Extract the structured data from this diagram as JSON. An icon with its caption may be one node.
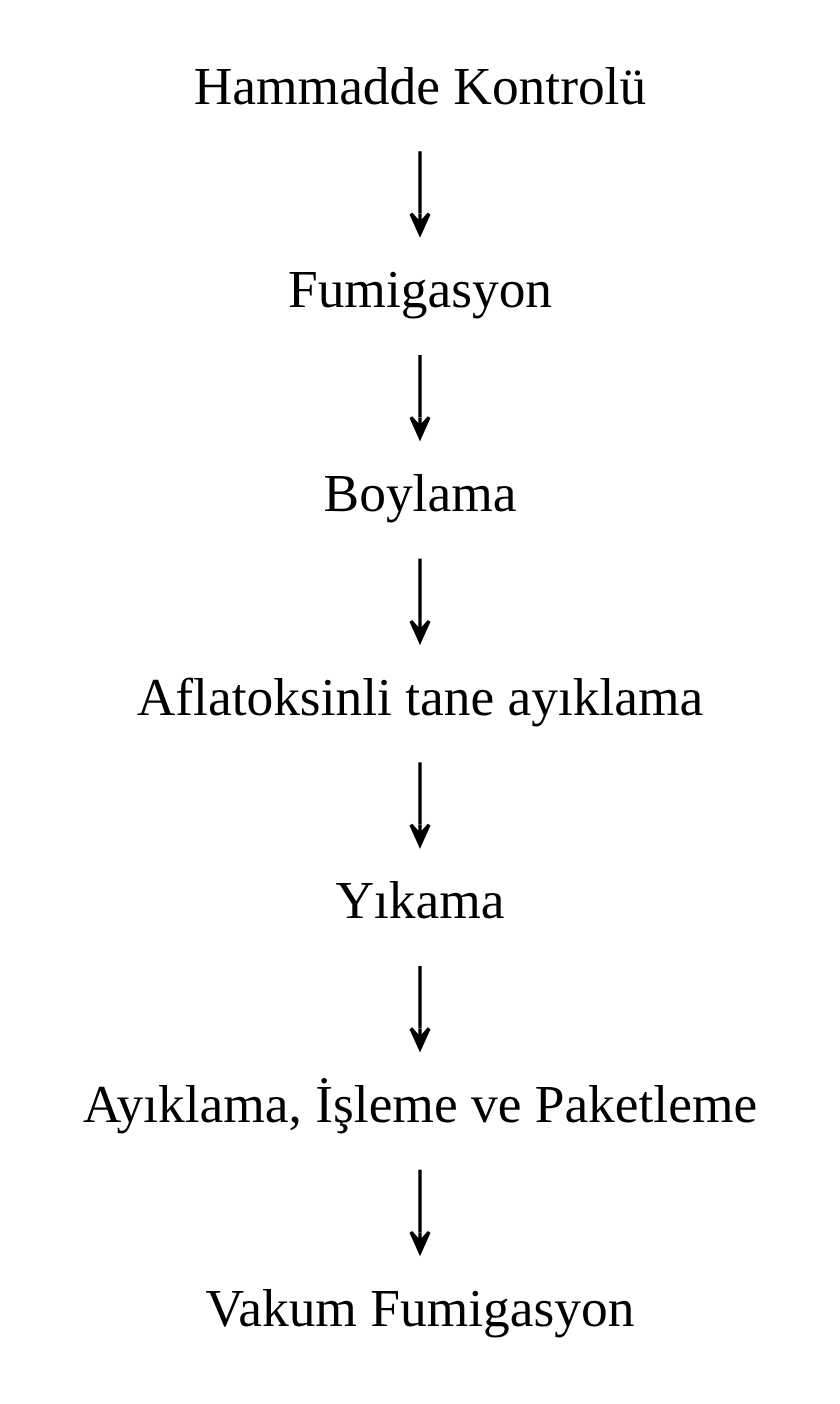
{
  "diagram": {
    "nodes": [
      {
        "text": [
          "Hammadde Kontrolü"
        ]
      },
      {
        "text": [
          "Fumigasyon"
        ]
      },
      {
        "text": [
          "Boylama"
        ]
      },
      {
        "text": [
          "Aflatoksinli tane ayıklama"
        ]
      },
      {
        "text": [
          "Yıkama"
        ]
      },
      {
        "text": [
          "Ayıklama, İşleme ve Paketleme"
        ]
      },
      {
        "text": [
          "Vakum Fumigasyon"
        ]
      }
    ],
    "edges": [
      {
        "from": 0,
        "to": 1,
        "arrow": "to"
      },
      {
        "from": 1,
        "to": 2,
        "arrow": "to"
      },
      {
        "from": 2,
        "to": 3,
        "arrow": "to"
      },
      {
        "from": 3,
        "to": 4,
        "arrow": "to"
      },
      {
        "from": 4,
        "to": 5,
        "arrow": "to"
      },
      {
        "from": 5,
        "to": 6,
        "arrow": "to"
      }
    ]
  }
}
